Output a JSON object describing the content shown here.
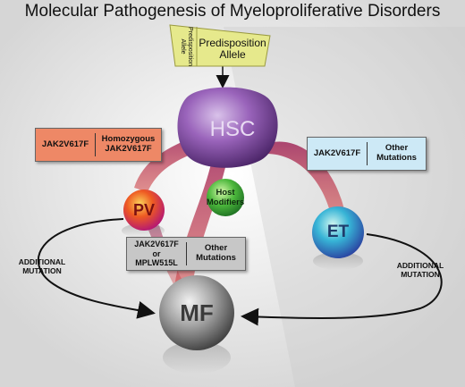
{
  "title": "Molecular Pathogenesis of Myeloproliferative Disorders",
  "predisposition": {
    "small_label": "Predisposition Allele",
    "large_label": "Predisposition Allele"
  },
  "nodes": {
    "hsc": "HSC",
    "pv": "PV",
    "et": "ET",
    "mf": "MF",
    "host_modifiers": "Host Modifiers"
  },
  "mutation_boxes": {
    "pv_box": {
      "left": "JAK2V617F",
      "right": "Homozygous\nJAK2V617F",
      "color": "#ee8866"
    },
    "et_box": {
      "left": "JAK2V617F",
      "right": "Other\nMutations",
      "color": "#cde9f6"
    },
    "mf_box": {
      "left": "JAK2V617F\nor\nMPLW515L",
      "right": "Other\nMutations",
      "color": "#c7c7c7"
    }
  },
  "additional_mutation": {
    "left": "ADDITIONAL\nMUTATION",
    "right": "ADDITIONAL\nMUTATION"
  },
  "colors": {
    "allele_box": "#e6e98c",
    "hsc": "#8a55a8",
    "pv": "#e83a1a",
    "host": "#3ab53a",
    "et": "#38a9d8",
    "mf": "#8c8c8c"
  }
}
